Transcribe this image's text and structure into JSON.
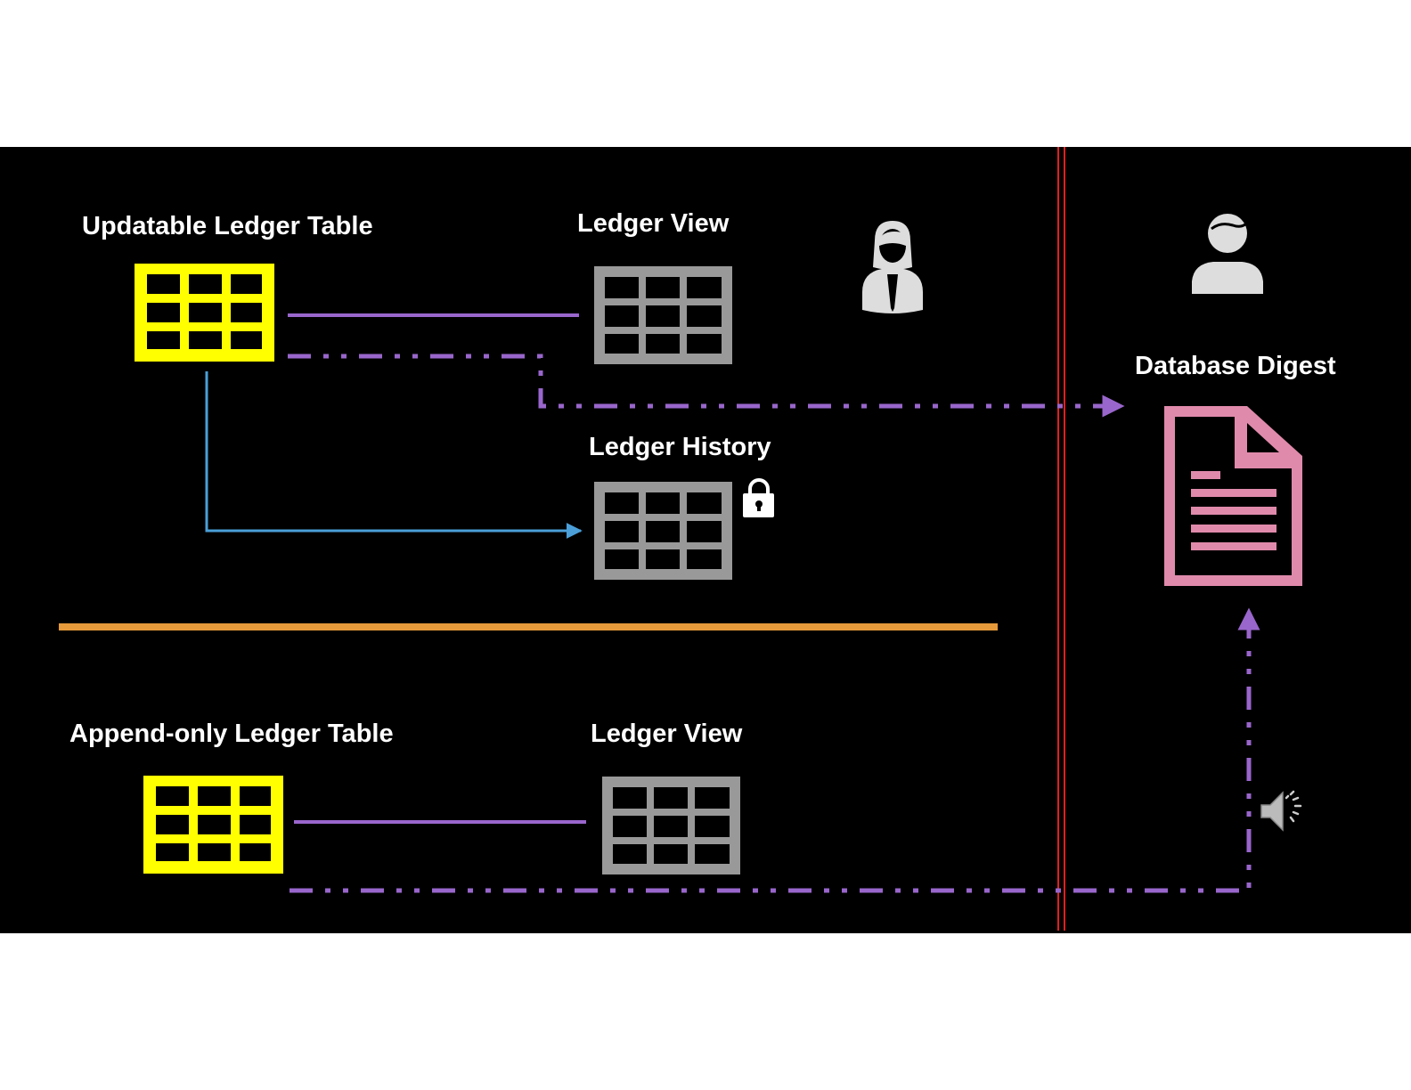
{
  "labels": {
    "updatable_table": "Updatable Ledger Table",
    "ledger_view_top": "Ledger View",
    "ledger_history": "Ledger History",
    "append_only_table": "Append-only Ledger Table",
    "ledger_view_bottom": "Ledger View",
    "database_digest": "Database Digest"
  },
  "icons": {
    "updatable_table": "table-grid-icon",
    "ledger_view": "table-grid-icon",
    "ledger_history": "table-grid-icon",
    "append_only_table": "table-grid-icon",
    "lock": "lock-icon",
    "user_female": "user-female-icon",
    "user_male": "user-male-icon",
    "document": "document-icon",
    "speaker": "speaker-icon"
  },
  "colors": {
    "background": "#000000",
    "page": "#ffffff",
    "ledger_table": "#ffff00",
    "view_table": "#999999",
    "connector": "#9966cc",
    "history_arrow": "#4a9fd8",
    "separator_horizontal": "#e69a3a",
    "separator_vertical": "#e02020",
    "digest_document": "#e08aab",
    "label_text": "#ffffff"
  }
}
